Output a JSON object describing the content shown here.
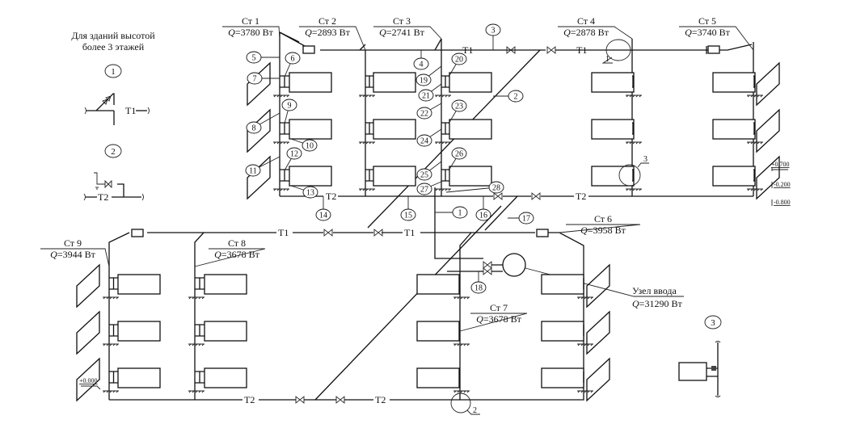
{
  "note": {
    "line1": "Для зданий высотой",
    "line2": "более 3 этажей"
  },
  "details": [
    {
      "id": "1",
      "pipe": "T1"
    },
    {
      "id": "2",
      "pipe": "T2"
    },
    {
      "id": "3"
    }
  ],
  "risers": [
    {
      "name": "Ст 1",
      "q": "=3780 Вт"
    },
    {
      "name": "Ст 2",
      "q": "=2893 Вт"
    },
    {
      "name": "Ст 3",
      "q": "=2741 Вт"
    },
    {
      "name": "Ст 4",
      "q": "=2878 Вт"
    },
    {
      "name": "Ст 5",
      "q": "=3740 Вт"
    },
    {
      "name": "Ст 6",
      "q": "=3958 Вт"
    },
    {
      "name": "Ст 7",
      "q": "=3678 Вт"
    },
    {
      "name": "Ст 8",
      "q": "=3678 Вт"
    },
    {
      "name": "Ст 9",
      "q": "=3944 Вт"
    }
  ],
  "q_symbol": "Q",
  "inlet": {
    "name": "Узел ввода",
    "q": "=31290 Вт"
  },
  "pipes": {
    "supply": "T1",
    "return": "T2"
  },
  "callouts": [
    "1",
    "2",
    "3",
    "4",
    "5",
    "6",
    "7",
    "8",
    "9",
    "10",
    "11",
    "12",
    "13",
    "14",
    "15",
    "16",
    "17",
    "18",
    "19",
    "20",
    "21",
    "22",
    "23",
    "24",
    "25",
    "26",
    "27",
    "28"
  ],
  "detail_refs": {
    "ref1": "1",
    "ref2": "2",
    "ref3": "3"
  },
  "elevations": {
    "e1": "+0.700",
    "e2": "-0.200",
    "e3": "-0.800",
    "e0": "+0.000"
  }
}
